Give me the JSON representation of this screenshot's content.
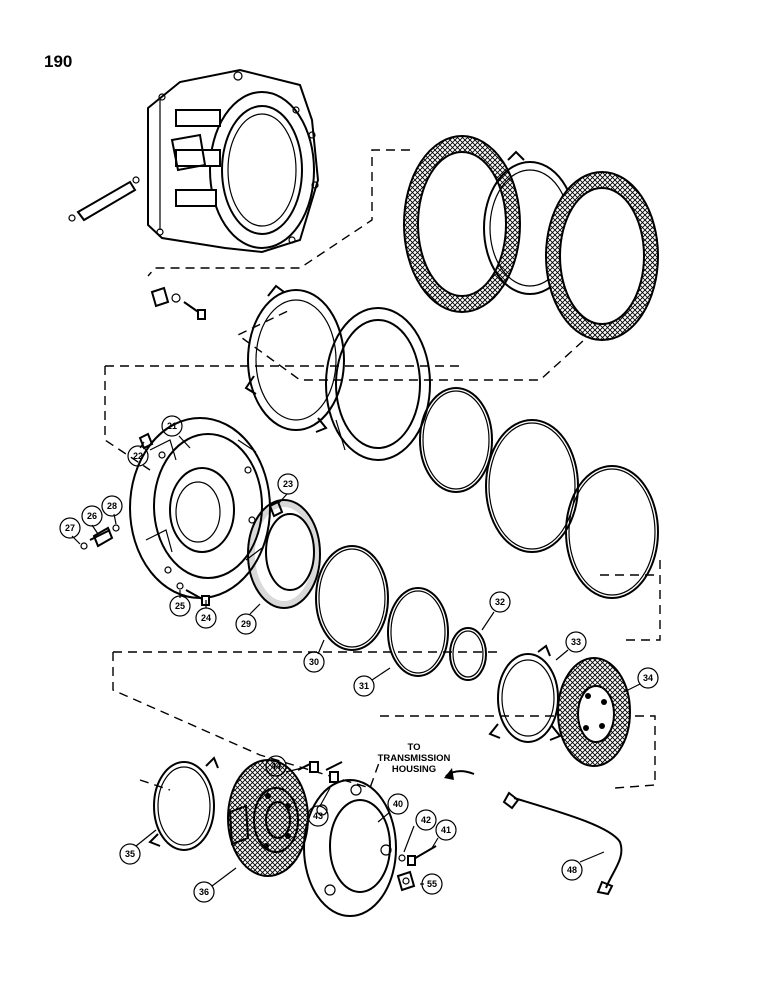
{
  "page_number": "190",
  "note": {
    "line1": "TO",
    "line2": "TRANSMISSION",
    "line3": "HOUSING"
  },
  "callouts": [
    {
      "id": "21",
      "label": "21"
    },
    {
      "id": "22",
      "label": "22"
    },
    {
      "id": "23",
      "label": "23"
    },
    {
      "id": "24",
      "label": "24"
    },
    {
      "id": "25",
      "label": "25"
    },
    {
      "id": "26",
      "label": "26"
    },
    {
      "id": "27",
      "label": "27"
    },
    {
      "id": "28",
      "label": "28"
    },
    {
      "id": "29",
      "label": "29"
    },
    {
      "id": "30",
      "label": "30"
    },
    {
      "id": "31",
      "label": "31"
    },
    {
      "id": "32",
      "label": "32"
    },
    {
      "id": "33",
      "label": "33"
    },
    {
      "id": "34",
      "label": "34"
    },
    {
      "id": "35",
      "label": "35"
    },
    {
      "id": "36",
      "label": "36"
    },
    {
      "id": "40",
      "label": "40"
    },
    {
      "id": "41",
      "label": "41"
    },
    {
      "id": "42",
      "label": "42"
    },
    {
      "id": "43",
      "label": "43"
    },
    {
      "id": "44",
      "label": "44"
    },
    {
      "id": "48",
      "label": "48"
    },
    {
      "id": "55",
      "label": "55"
    }
  ]
}
